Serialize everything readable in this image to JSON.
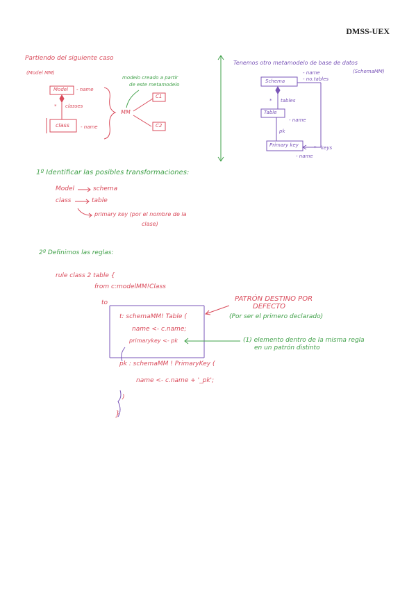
{
  "header": {
    "title": "DMSS-UEX"
  },
  "left_diagram": {
    "intro": "Partiendo del siguiente caso",
    "model_label": "(Model MM)",
    "model_box": "Model",
    "name_attr_top": "- name",
    "classes_label": "classes",
    "multiplicity": "*",
    "class_box": "class",
    "name_attr_bottom": "- name",
    "created_note_line1": "modelo creado a partir",
    "created_note_line2": "de este metamodelo",
    "mm_label": "MM",
    "c1": "C1",
    "c2": "C2"
  },
  "right_diagram": {
    "intro": "Tenemos otro metamodelo de base de datos",
    "schema_label": "(SchemaMM)",
    "schema_box": "Schema",
    "schema_attr1": "- name",
    "schema_attr2": "- no.tables",
    "tables_label": "tables",
    "table_box": "Table",
    "table_attr": "- name",
    "pk_label": "pk",
    "pk_box": "Primary key",
    "keys_label": "keys",
    "pk_attr": "- name",
    "multiplicity": "*"
  },
  "step1": {
    "title": "1º Identificar las posibles transformaciones:",
    "rows": [
      {
        "from": "Model",
        "to": "schema"
      },
      {
        "from": "class",
        "to": "table"
      }
    ],
    "pk_line1": "primary key  (por el nombre de la",
    "pk_line2": "clase)"
  },
  "step2": {
    "title": "2º Definimos las reglas:",
    "rule_header": "rule  class 2 table {",
    "from_line": "from      c:modelMM!Class",
    "to_kw": "to",
    "t_line": "t: schemaMM! Table (",
    "name_line": "name <- c.name;",
    "pk_assign": "primarykey <- pk",
    "pk_decl": "pk : schemaMM ! PrimaryKey (",
    "pk_name": "name <- c.name + '_pk';",
    "close_paren": ")",
    "close_brace": "}"
  },
  "annotations": {
    "patron_line1": "PATRÓN DESTINO POR",
    "patron_line2": "DEFECTO",
    "patron_line3": "(Por ser el primero declarado)",
    "note_line1": "(1) elemento dentro de la misma regla",
    "note_line2": "en un patrón distinto"
  }
}
